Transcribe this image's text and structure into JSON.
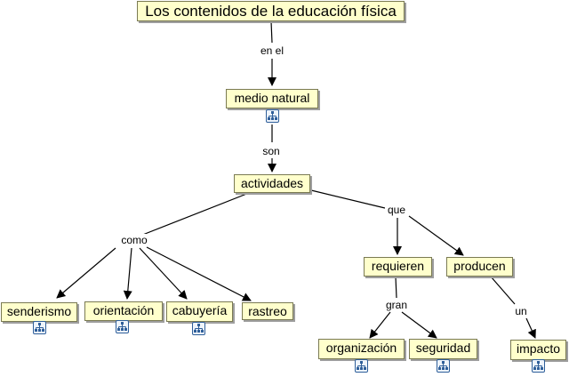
{
  "concepts": {
    "title": "Los contenidos de la educación física",
    "medio_natural": "medio natural",
    "actividades": "actividades",
    "senderismo": "senderismo",
    "orientacion": "orientación",
    "cabuyeria": "cabuyería",
    "rastreo": "rastreo",
    "requieren": "requieren",
    "producen": "producen",
    "organizacion": "organización",
    "seguridad": "seguridad",
    "impacto": "impacto"
  },
  "link_labels": {
    "en_el": "en el",
    "son": "son",
    "como": "como",
    "que": "que",
    "gran": "gran",
    "un": "un"
  },
  "icons": {
    "submap": "concept-map-icon"
  }
}
